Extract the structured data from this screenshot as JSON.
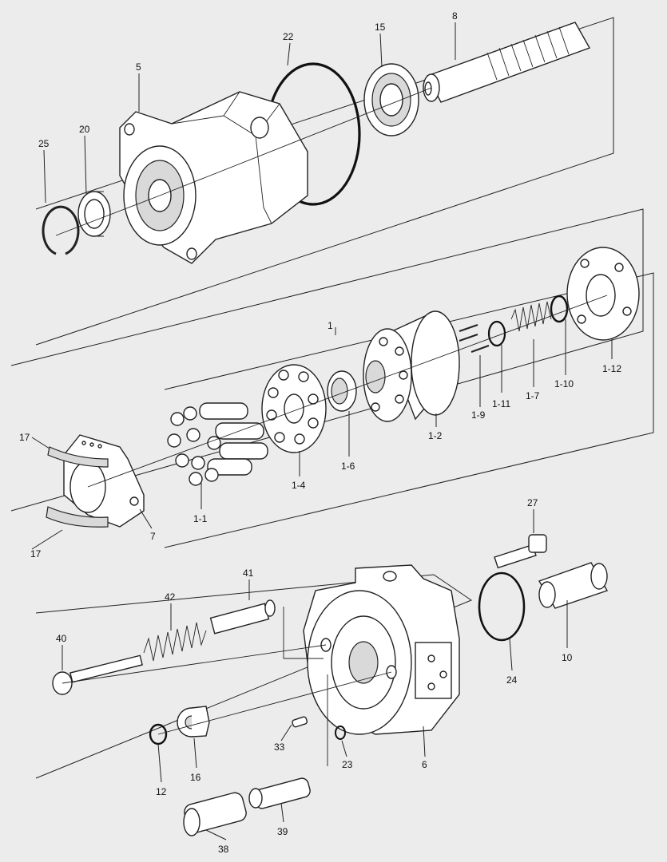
{
  "labels": {
    "p22": "22",
    "p15": "15",
    "p8": "8",
    "p5": "5",
    "p20": "20",
    "p25": "25",
    "p1": "1",
    "p1_12": "1-12",
    "p1_10": "1-10",
    "p1_7": "1-7",
    "p1_11": "1-11",
    "p1_9": "1-9",
    "p1_2": "1-2",
    "p1_6": "1-6",
    "p1_4": "1-4",
    "p1_1": "1-1",
    "p17a": "17",
    "p17b": "17",
    "p7": "7",
    "p27": "27",
    "p41": "41",
    "p42": "42",
    "p40": "40",
    "p10": "10",
    "p24": "24",
    "p33": "33",
    "p23": "23",
    "p6": "6",
    "p12": "12",
    "p16": "16",
    "p38": "38",
    "p39": "39"
  },
  "colors": {
    "background": "#ececec",
    "line": "#222222",
    "part_fill": "#ffffff",
    "shade": "#d9d9d9"
  }
}
